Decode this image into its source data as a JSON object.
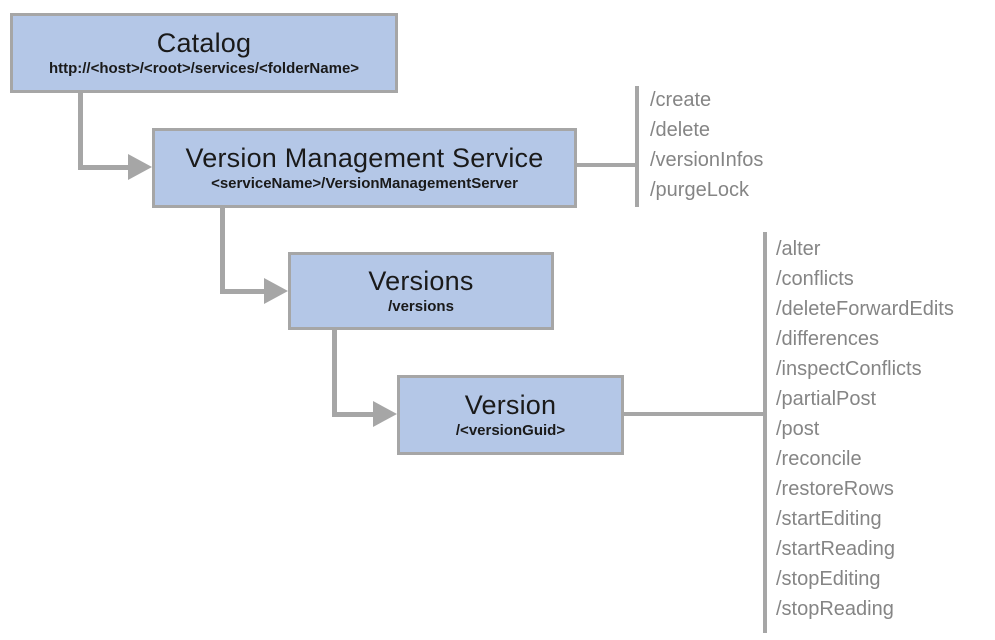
{
  "diagram": {
    "nodes": {
      "catalog": {
        "title": "Catalog",
        "subtitle": "http://<host>/<root>/services/<folderName>"
      },
      "vms": {
        "title": "Version Management Service",
        "subtitle": "<serviceName>/VersionManagementServer"
      },
      "versions": {
        "title": "Versions",
        "subtitle": "/versions"
      },
      "version": {
        "title": "Version",
        "subtitle": "/<versionGuid>"
      }
    },
    "vms_operations": [
      "/create",
      "/delete",
      "/versionInfos",
      "/purgeLock"
    ],
    "version_operations": [
      "/alter",
      "/conflicts",
      "/deleteForwardEdits",
      "/differences",
      "/inspectConflicts",
      "/partialPost",
      "/post",
      "/reconcile",
      "/restoreRows",
      "/startEditing",
      "/startReading",
      "/stopEditing",
      "/stopReading"
    ],
    "colors": {
      "node_fill": "#b4c7e7",
      "node_border": "#a6a6a6",
      "connector": "#a6a6a6",
      "operation_text": "#858585",
      "node_text": "#1a1a1a"
    }
  }
}
